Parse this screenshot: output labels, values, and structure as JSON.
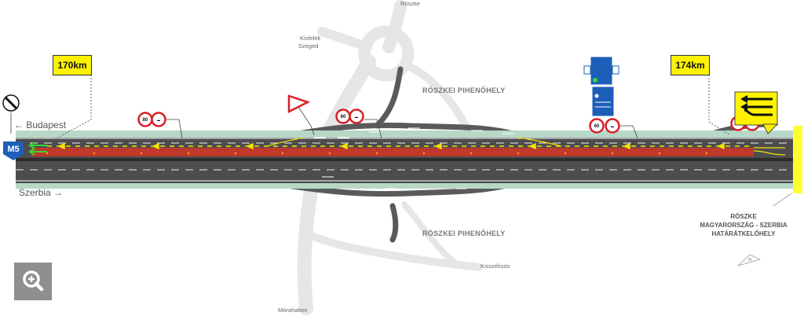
{
  "labels": {
    "top_place": "Röszke",
    "kisfelek": "Kisfelek",
    "szeged": "Szeged",
    "rest_north": "RÖSZKEI PIHENŐHELY",
    "rest_south": "RÖSZKEI PIHENŐHELY",
    "kisszeksos": "Kisszéksós",
    "morahalom": "Mórahalom",
    "budapest": "← Budapest",
    "szerbia": "Szerbia →",
    "motorway": "M5",
    "km_left": "170km",
    "km_right": "174km",
    "border": [
      "RÖSZKE",
      "MAGYARORSZÁG - SZERBIA",
      "HATÁRÁTKELŐHELY"
    ]
  },
  "signs": {
    "speed_limit": "80",
    "speed_limit_rest": "60"
  },
  "icons": {
    "zoom": "zoom-in-icon",
    "yield": "yield-triangle-icon",
    "end_restriction": "end-restriction-icon",
    "lane_arrows": "lane-arrows-icon",
    "direction_sign": "direction-sign-icon",
    "compass": "compass-icon"
  },
  "colors": {
    "road": "#4d4d4f",
    "lane_red": "#c0392b",
    "shoulder_green": "#b7d8c6",
    "junction": "#e6e6e6",
    "arrow_yellow": "#f5e100",
    "arrow_green": "#3cd33c",
    "sign_blue": "#1d5fb8",
    "km_yellow": "#fff200"
  }
}
